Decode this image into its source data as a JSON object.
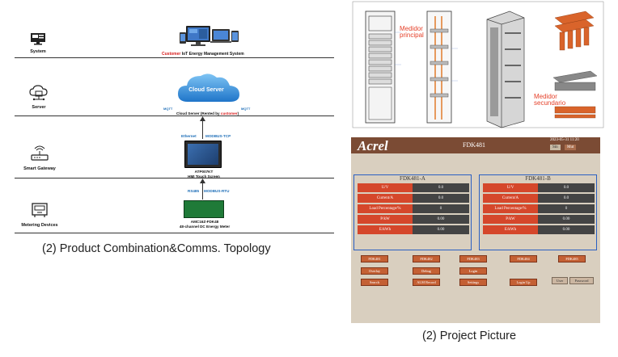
{
  "topology": {
    "tiers": {
      "system": "System",
      "server": "Server",
      "gateway": "Smart Gateway",
      "devices": "Metering Devices"
    },
    "system_caption_prefix": "Customer",
    "system_caption_suffix": " IoT Energy Management System",
    "cloud_label": "Cloud Server",
    "mqtt_left": "MQTT",
    "mqtt_right": "MQTT",
    "cloud_caption_prefix": "Cloud Server (Rented by ",
    "cloud_caption_red": "customer",
    "cloud_caption_suffix": ")",
    "ethernet_label": "Ethernet",
    "modbus_tcp_label": "MODBUS-TCP",
    "hmi_model": "ATP007KT",
    "hmi_desc": "HMI Touch Screen",
    "rs485_label": "RS485",
    "modbus_rtu_label": "MODBUS-RTU",
    "meter_model": "AMC16Z-FDK48",
    "meter_desc": "48-channel DC Energy Meter",
    "caption": "(2) Product Combination&Comms. Topology"
  },
  "drawing": {
    "label_primary": "Medidor\nprincipal",
    "label_secondary": "Medidor\nsecundario"
  },
  "photo": {
    "logo": "Acrel",
    "title": "FDK481",
    "date": "2023-05-31  11:20",
    "channel_sel": "Sin",
    "channel_alt": "Mut",
    "panel_a": {
      "title": "FDK481-A",
      "rows": [
        {
          "k": "U/V",
          "v": "0.0"
        },
        {
          "k": "Current/A",
          "v": "0.0"
        },
        {
          "k": "Load Percentage/%",
          "v": "0"
        },
        {
          "k": "P/kW",
          "v": "0.00"
        },
        {
          "k": "E/kWh",
          "v": "0.00"
        }
      ]
    },
    "panel_b": {
      "title": "FDK481-B",
      "rows": [
        {
          "k": "U/V",
          "v": "0.0"
        },
        {
          "k": "Current/A",
          "v": "0.0"
        },
        {
          "k": "Load Percentage/%",
          "v": "0"
        },
        {
          "k": "P/kW",
          "v": "0.00"
        },
        {
          "k": "E/kWh",
          "v": "0.00"
        }
      ]
    },
    "buttons": {
      "b1": "FDK481",
      "b2": "FDK482",
      "b3": "FDK483",
      "b4": "FDK484",
      "b5": "FDK485",
      "overlay": "Overlay",
      "debug": "Debug",
      "login": "Login",
      "search": "Search",
      "alarm_record": "ALM Record",
      "setting": "Settings",
      "login_up": "Login Up",
      "user": "User",
      "password": "Password"
    },
    "caption": "(2) Project Picture"
  }
}
